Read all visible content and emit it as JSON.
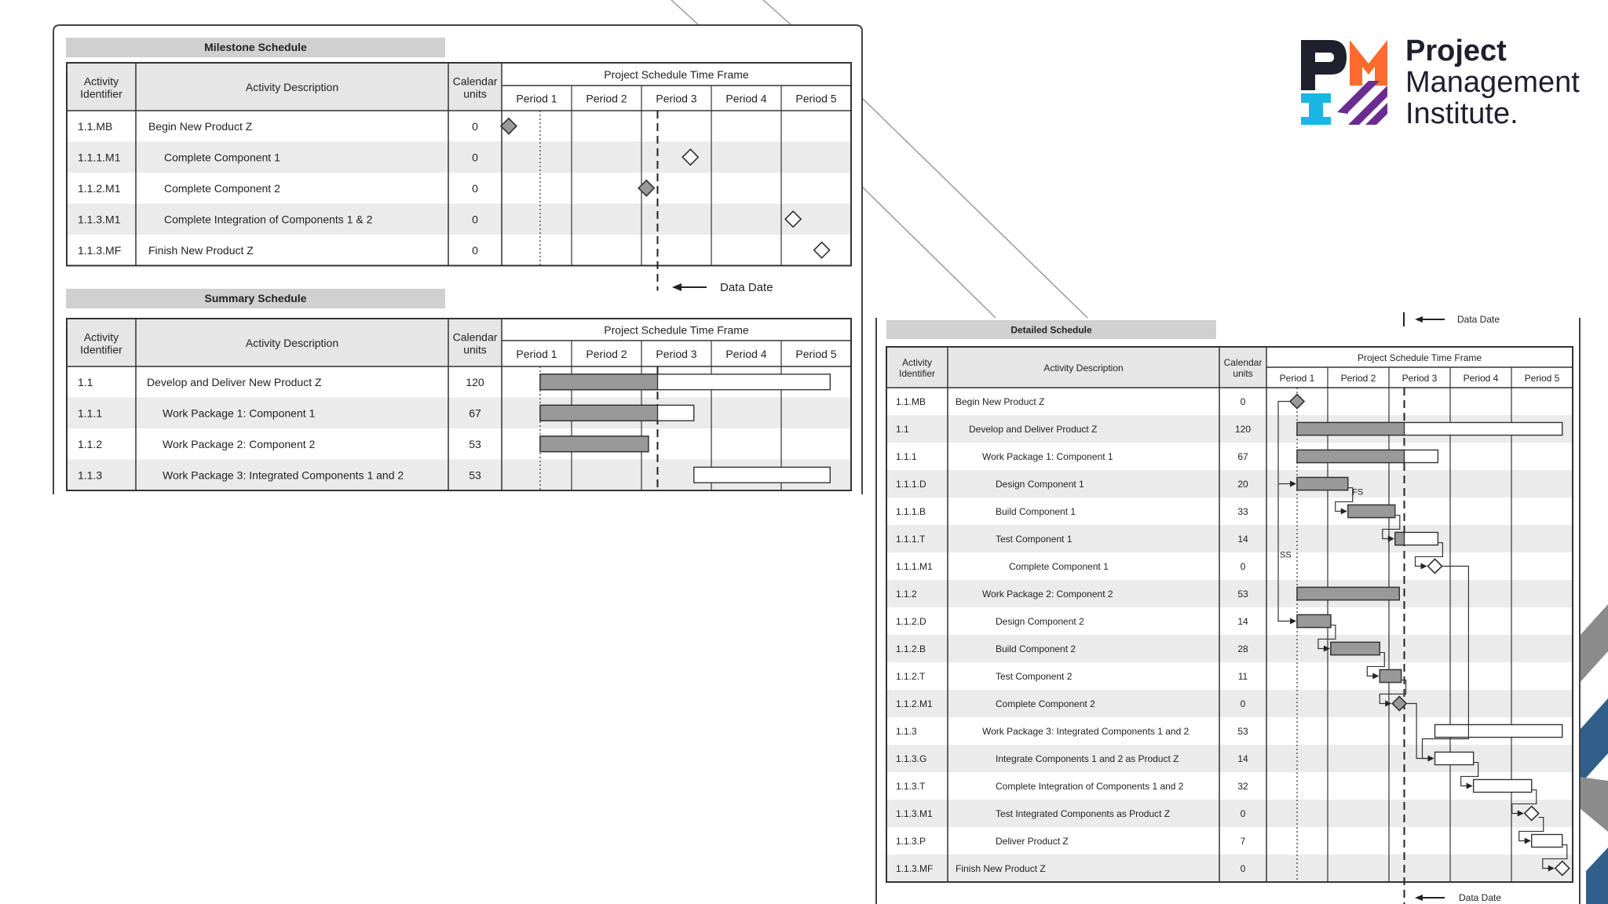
{
  "logo": {
    "line1": "Project",
    "line2": "Management",
    "line3": "Institute.",
    "colors": {
      "dark": "#1f1f2e",
      "orange": "#ff6b2c",
      "cyan": "#19b7e3",
      "purple": "#6b2c91"
    }
  },
  "common": {
    "col_activity_id": [
      "Activity",
      "Identifier"
    ],
    "col_description": "Activity Description",
    "col_units": [
      "Calendar",
      "units"
    ],
    "time_frame": "Project Schedule  Time Frame",
    "periods": [
      "Period 1",
      "Period 2",
      "Period 3",
      "Period 4",
      "Period 5"
    ],
    "data_date": "Data Date"
  },
  "milestone": {
    "title": "Milestone Schedule",
    "rows": [
      {
        "id": "1.1.MB",
        "desc": "Begin New Product Z",
        "units": "0",
        "level": 0,
        "type": "milestone",
        "at": 0.1,
        "done": true
      },
      {
        "id": "1.1.1.M1",
        "desc": "Complete Component 1",
        "units": "0",
        "level": 1,
        "type": "milestone",
        "at": 2.7,
        "done": false
      },
      {
        "id": "1.1.2.M1",
        "desc": "Complete Component 2",
        "units": "0",
        "level": 1,
        "type": "milestone",
        "at": 2.07,
        "done": true
      },
      {
        "id": "1.1.3.M1",
        "desc": "Complete Integration of Components 1 & 2",
        "units": "0",
        "level": 1,
        "type": "milestone",
        "at": 4.17,
        "done": false
      },
      {
        "id": "1.1.3.MF",
        "desc": "Finish New Product Z",
        "units": "0",
        "level": 0,
        "type": "milestone",
        "at": 4.58,
        "done": false
      }
    ]
  },
  "summary": {
    "title": "Summary Schedule",
    "rows": [
      {
        "id": "1.1",
        "desc": "Develop and Deliver New Product Z",
        "units": "120",
        "level": 0,
        "type": "bar",
        "start": 0.55,
        "end": 4.7,
        "progress": 2.23
      },
      {
        "id": "1.1.1",
        "desc": "Work Package 1: Component 1",
        "units": "67",
        "level": 1,
        "type": "bar",
        "start": 0.55,
        "end": 2.75,
        "progress": 2.23
      },
      {
        "id": "1.1.2",
        "desc": "Work Package 2: Component 2",
        "units": "53",
        "level": 1,
        "type": "bar",
        "start": 0.55,
        "end": 2.1,
        "progress": 2.1
      },
      {
        "id": "1.1.3",
        "desc": "Work Package 3: Integrated Components 1 and 2",
        "units": "53",
        "level": 1,
        "type": "bar",
        "start": 2.75,
        "end": 4.7,
        "progress": 2.75
      }
    ]
  },
  "detailed": {
    "title": "Detailed Schedule",
    "link_fs": "FS",
    "link_ss": "SS",
    "rows": [
      {
        "id": "1.1.MB",
        "desc": "Begin New Product Z",
        "units": "0",
        "level": 0,
        "type": "milestone",
        "at": 0.5,
        "done": true
      },
      {
        "id": "1.1",
        "desc": "Develop and Deliver Product Z",
        "units": "120",
        "level": 1,
        "type": "bar",
        "start": 0.5,
        "end": 4.83,
        "progress": 2.25
      },
      {
        "id": "1.1.1",
        "desc": "Work Package 1: Component 1",
        "units": "67",
        "level": 2,
        "type": "bar",
        "start": 0.5,
        "end": 2.8,
        "progress": 2.25
      },
      {
        "id": "1.1.1.D",
        "desc": "Design Component 1",
        "units": "20",
        "level": 3,
        "type": "bar",
        "start": 0.5,
        "end": 1.33,
        "progress": 1.33
      },
      {
        "id": "1.1.1.B",
        "desc": "Build Component 1",
        "units": "33",
        "level": 3,
        "type": "bar",
        "start": 1.33,
        "end": 2.1,
        "progress": 2.1
      },
      {
        "id": "1.1.1.T",
        "desc": "Test Component 1",
        "units": "14",
        "level": 3,
        "type": "bar",
        "start": 2.1,
        "end": 2.8,
        "progress": 2.25
      },
      {
        "id": "1.1.1.M1",
        "desc": "Complete Component 1",
        "units": "0",
        "level": 4,
        "type": "milestone",
        "at": 2.75,
        "done": false
      },
      {
        "id": "1.1.2",
        "desc": "Work Package 2: Component 2",
        "units": "53",
        "level": 2,
        "type": "bar",
        "start": 0.5,
        "end": 2.17,
        "progress": 2.17
      },
      {
        "id": "1.1.2.D",
        "desc": "Design Component 2",
        "units": "14",
        "level": 3,
        "type": "bar",
        "start": 0.5,
        "end": 1.05,
        "progress": 1.05
      },
      {
        "id": "1.1.2.B",
        "desc": "Build Component 2",
        "units": "28",
        "level": 3,
        "type": "bar",
        "start": 1.05,
        "end": 1.85,
        "progress": 1.85
      },
      {
        "id": "1.1.2.T",
        "desc": "Test Component 2",
        "units": "11",
        "level": 3,
        "type": "bar",
        "start": 1.85,
        "end": 2.2,
        "progress": 2.2
      },
      {
        "id": "1.1.2.M1",
        "desc": "Complete Component 2",
        "units": "0",
        "level": 3,
        "type": "milestone",
        "at": 2.17,
        "done": true
      },
      {
        "id": "1.1.3",
        "desc": "Work Package 3: Integrated Components 1 and 2",
        "units": "53",
        "level": 2,
        "type": "bar",
        "start": 2.75,
        "end": 4.83,
        "progress": 2.75
      },
      {
        "id": "1.1.3.G",
        "desc": "Integrate Components 1 and 2 as Product Z",
        "units": "14",
        "level": 3,
        "type": "bar",
        "start": 2.75,
        "end": 3.38,
        "progress": 2.75
      },
      {
        "id": "1.1.3.T",
        "desc": "Complete Integration of Components 1 and 2",
        "units": "32",
        "level": 3,
        "type": "bar",
        "start": 3.38,
        "end": 4.33,
        "progress": 3.38
      },
      {
        "id": "1.1.3.M1",
        "desc": "Test Integrated Components as Product Z",
        "units": "0",
        "level": 3,
        "type": "milestone",
        "at": 4.33,
        "done": false
      },
      {
        "id": "1.1.3.P",
        "desc": "Deliver Product Z",
        "units": "7",
        "level": 3,
        "type": "bar",
        "start": 4.33,
        "end": 4.83,
        "progress": 4.33
      },
      {
        "id": "1.1.3.MF",
        "desc": "Finish New Product Z",
        "units": "0",
        "level": 0,
        "type": "milestone",
        "at": 4.83,
        "done": false
      }
    ]
  },
  "decor": {
    "stripes": [
      "#8b8b8b",
      "#2f5f8a"
    ]
  }
}
